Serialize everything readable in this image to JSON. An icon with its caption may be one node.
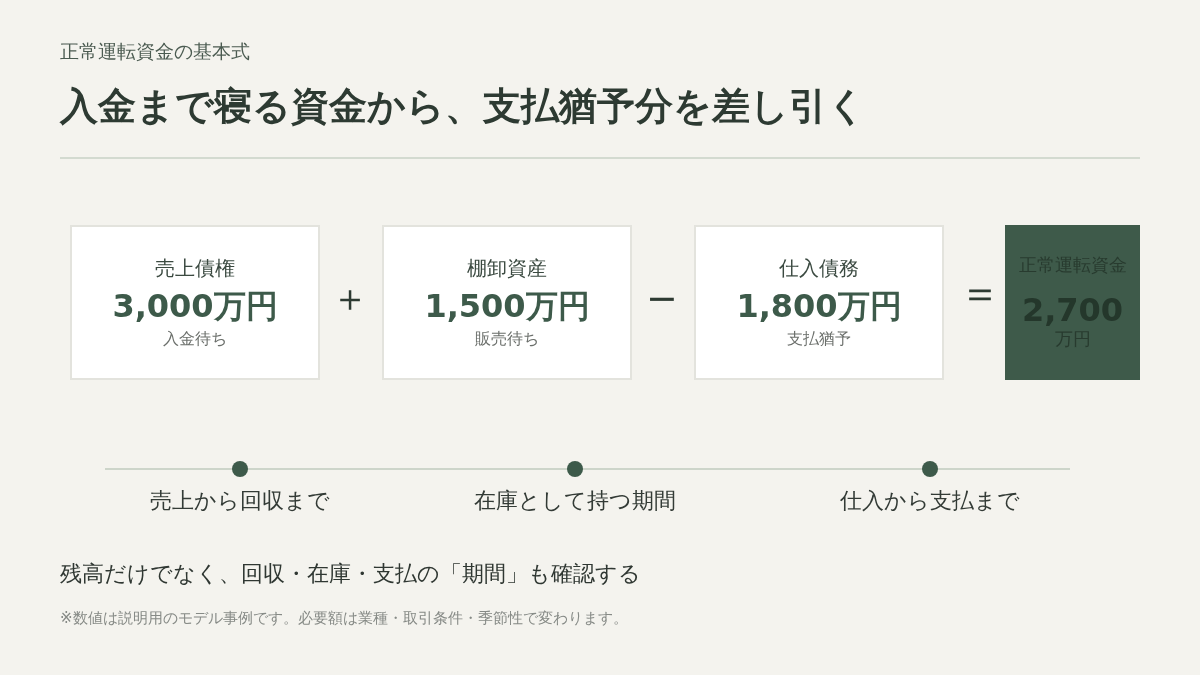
{
  "diagram": {
    "title": "入金まで寝る資金から、支払猶予分を差し引く",
    "nodes": [
      {
        "text": [
          "売上債権",
          "3,000万円",
          "入金待ち"
        ]
      },
      {
        "text": [
          "棚卸資産",
          "1,500万円",
          "販売待ち"
        ]
      },
      {
        "text": [
          "仕入債務",
          "1,800万円",
          "支払猶予"
        ]
      },
      {
        "text": [
          "正常運転資金",
          "2,700",
          "万円"
        ]
      }
    ],
    "labels": [
      "正常運転資金の基本式",
      "＋",
      "−",
      "＝",
      "売上から回収まで",
      "在庫として持つ期間",
      "仕入から支払まで",
      "残高だけでなく、回収・在庫・支払の「期間」も確認する",
      "※数値は説明用のモデル事例です。必要額は業種・取引条件・季節性で変わります。"
    ]
  }
}
